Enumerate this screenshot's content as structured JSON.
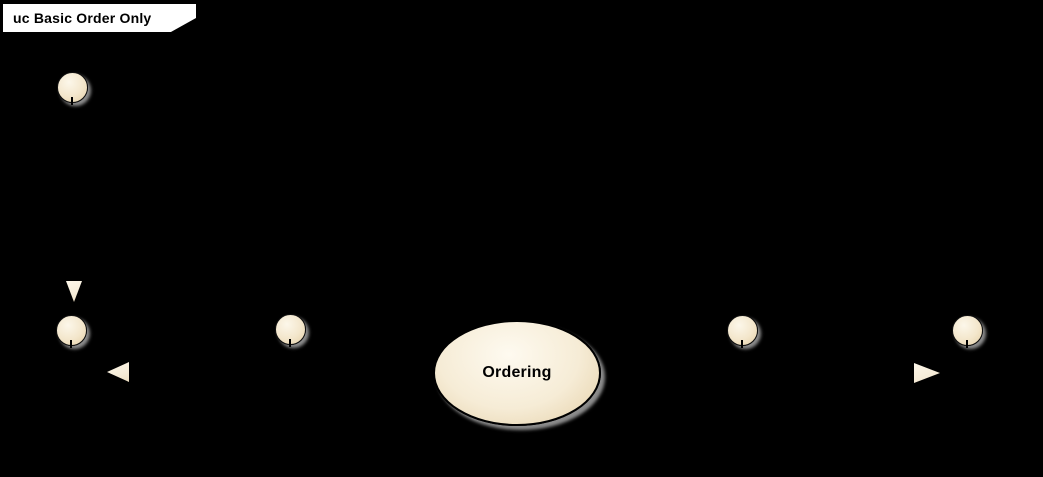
{
  "diagram": {
    "type": "uml-use-case-diagram",
    "frame_label": "uc Basic Order Only",
    "use_case_label": "Ordering",
    "icons": {
      "actor_head": "circle",
      "arrowhead_down": "▼",
      "arrowhead_left": "◀",
      "arrowhead_right": "▶"
    },
    "colors": {
      "background": "#000000",
      "shape_fill_light": "#fdf8ea",
      "shape_fill_dark": "#e4cfa6",
      "shape_outline": "#111111",
      "shadow": "#8c8c8c",
      "frame_tab_background": "#ffffff",
      "frame_tab_text": "#000000"
    }
  }
}
